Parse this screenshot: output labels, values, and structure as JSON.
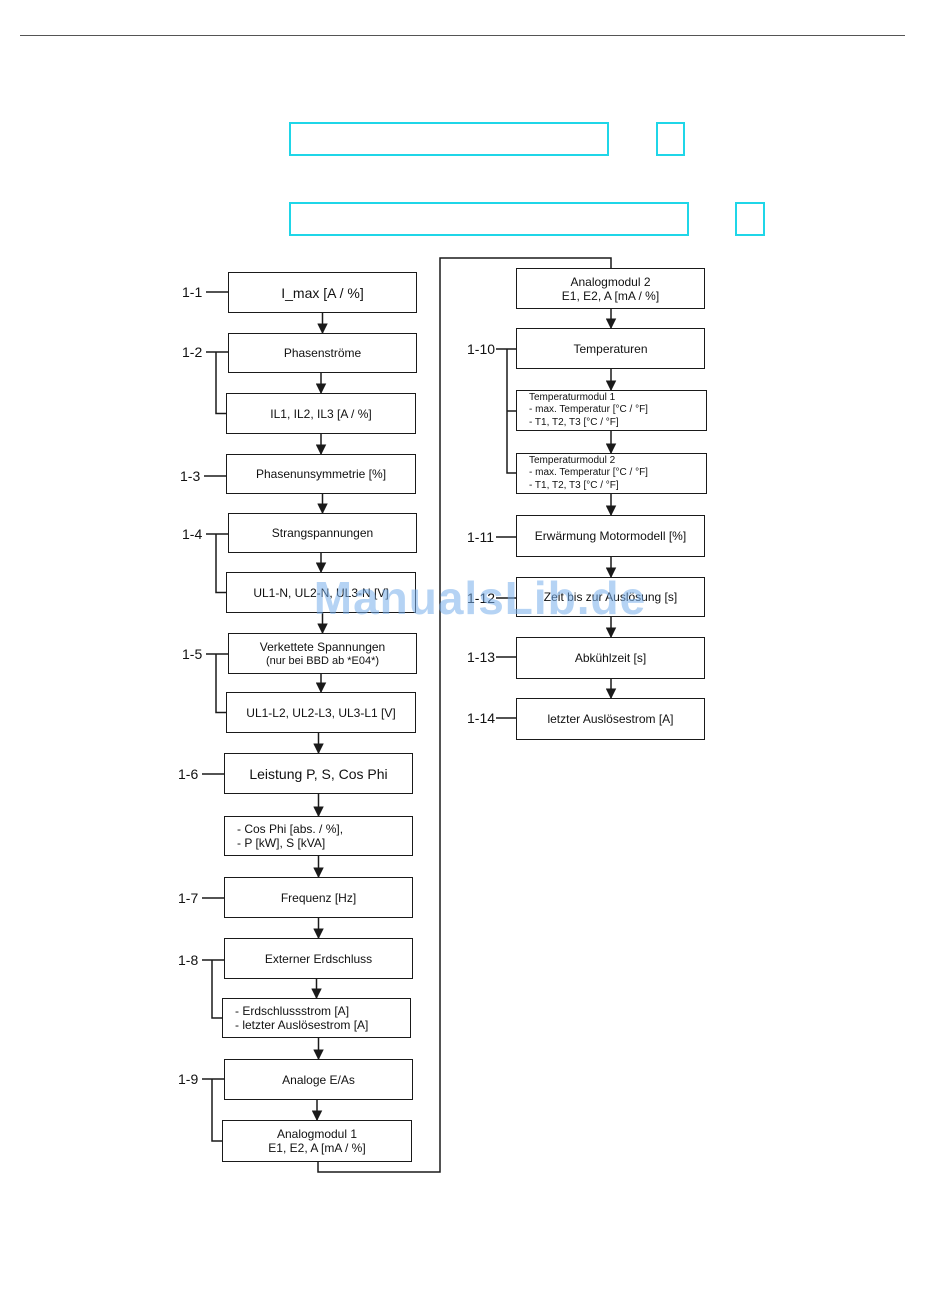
{
  "diagram": {
    "left_column": [
      {
        "id": "n1",
        "label": "1-1",
        "lines": [
          "I_max [A / %]"
        ]
      },
      {
        "id": "n2",
        "label": "1-2",
        "lines": [
          "Phasenströme"
        ]
      },
      {
        "id": "n3",
        "label": "",
        "lines": [
          "IL1, IL2, IL3 [A / %]"
        ]
      },
      {
        "id": "n4",
        "label": "1-3",
        "lines": [
          "Phasenunsymmetrie [%]"
        ]
      },
      {
        "id": "n5",
        "label": "1-4",
        "lines": [
          "Strangspannungen"
        ]
      },
      {
        "id": "n6",
        "label": "",
        "lines": [
          "UL1-N, UL2-N, UL3-N [V]"
        ]
      },
      {
        "id": "n7",
        "label": "1-5",
        "lines": [
          "Verkettete Spannungen",
          "(nur bei BBD ab *E04*)"
        ]
      },
      {
        "id": "n8",
        "label": "",
        "lines": [
          "UL1-L2, UL2-L3, UL3-L1 [V]"
        ]
      },
      {
        "id": "n9",
        "label": "1-6",
        "lines": [
          "Leistung P, S, Cos Phi"
        ]
      },
      {
        "id": "n10",
        "label": "",
        "lines": [
          "- Cos Phi [abs. / %],",
          "- P [kW], S [kVA]"
        ]
      },
      {
        "id": "n11",
        "label": "1-7",
        "lines": [
          "Frequenz [Hz]"
        ]
      },
      {
        "id": "n12",
        "label": "1-8",
        "lines": [
          "Externer Erdschluss"
        ]
      },
      {
        "id": "n13",
        "label": "",
        "lines": [
          "- Erdschlussstrom [A]",
          "- letzter Auslösestrom [A]"
        ]
      },
      {
        "id": "n14",
        "label": "1-9",
        "lines": [
          "Analoge E/As"
        ]
      },
      {
        "id": "n15",
        "label": "",
        "lines": [
          "Analogmodul 1",
          "E1, E2, A [mA / %]"
        ]
      }
    ],
    "right_column": [
      {
        "id": "r1",
        "label": "",
        "lines": [
          "Analogmodul 2",
          "E1, E2, A [mA / %]"
        ]
      },
      {
        "id": "r2",
        "label": "1-10",
        "lines": [
          "Temperaturen"
        ]
      },
      {
        "id": "r3",
        "label": "",
        "lines": [
          "Temperaturmodul 1",
          "- max. Temperatur [°C / °F]",
          "- T1, T2, T3 [°C / °F]"
        ]
      },
      {
        "id": "r4",
        "label": "",
        "lines": [
          "Temperaturmodul 2",
          "- max. Temperatur [°C / °F]",
          "- T1, T2, T3 [°C / °F]"
        ]
      },
      {
        "id": "r5",
        "label": "1-11",
        "lines": [
          "Erwärmung Motormodell [%]"
        ]
      },
      {
        "id": "r6",
        "label": "1-12",
        "lines": [
          "Zeit bis zur Auslösung [s]"
        ]
      },
      {
        "id": "r7",
        "label": "1-13",
        "lines": [
          "Abkühlzeit [s]"
        ]
      },
      {
        "id": "r8",
        "label": "1-14",
        "lines": [
          "letzter Auslösestrom [A]"
        ]
      }
    ]
  },
  "watermark": "ManualsLib.de"
}
